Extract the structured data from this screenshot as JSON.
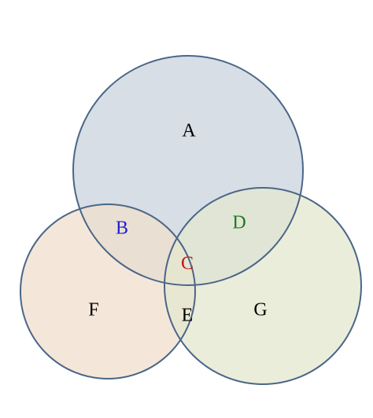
{
  "diagram": {
    "sets": [
      {
        "id": "top",
        "fill": "#c9d3dc",
        "stroke": "#4a6688"
      },
      {
        "id": "left",
        "fill": "#f0dfcc",
        "stroke": "#4a6688"
      },
      {
        "id": "right",
        "fill": "#e4e7cf",
        "stroke": "#4a6688"
      }
    ],
    "labels": {
      "A": {
        "text": "A",
        "color": "#000000"
      },
      "B": {
        "text": "B",
        "color": "#1f1fd0"
      },
      "C": {
        "text": "C",
        "color": "#c01818"
      },
      "D": {
        "text": "D",
        "color": "#1e7a1e"
      },
      "E": {
        "text": "E",
        "color": "#000000"
      },
      "F": {
        "text": "F",
        "color": "#000000"
      },
      "G": {
        "text": "G",
        "color": "#000000"
      }
    }
  }
}
